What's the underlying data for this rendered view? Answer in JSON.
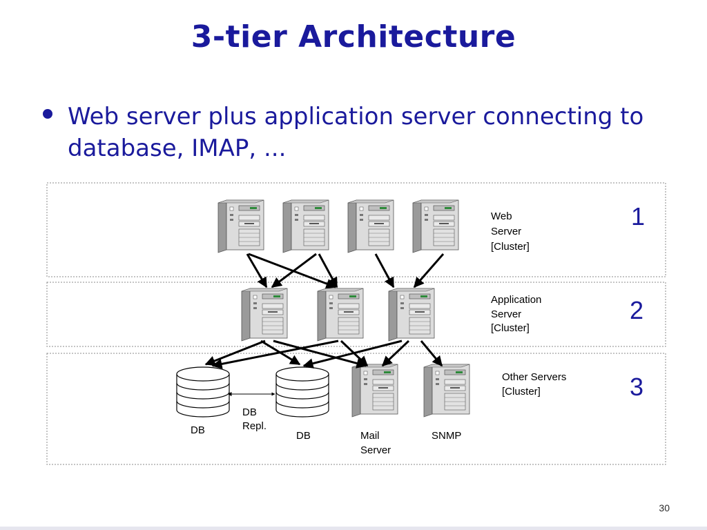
{
  "slide": {
    "title": "3-tier Architecture",
    "bullet": "Web server plus application server connecting to database, IMAP, ...",
    "page_number": "30"
  },
  "tiers": [
    {
      "number": "1",
      "label_lines": [
        "Web",
        "Server",
        "[Cluster]"
      ]
    },
    {
      "number": "2",
      "label_lines": [
        "Application",
        "Server",
        "[Cluster]"
      ]
    },
    {
      "number": "3",
      "label_lines": [
        "Other Servers",
        "[Cluster]"
      ]
    }
  ],
  "tier3_labels": {
    "db_left": "DB",
    "db_repl": [
      "DB",
      "Repl."
    ],
    "db_right": "DB",
    "mail": [
      "Mail",
      "Server"
    ],
    "snmp": "SNMP"
  },
  "colors": {
    "title": "#1a1a9c",
    "server_front": "#dcdcdc",
    "server_side": "#9a9a9a",
    "tier_border": "#888888"
  },
  "icons": [
    "server-icon",
    "database-icon",
    "arrow"
  ]
}
